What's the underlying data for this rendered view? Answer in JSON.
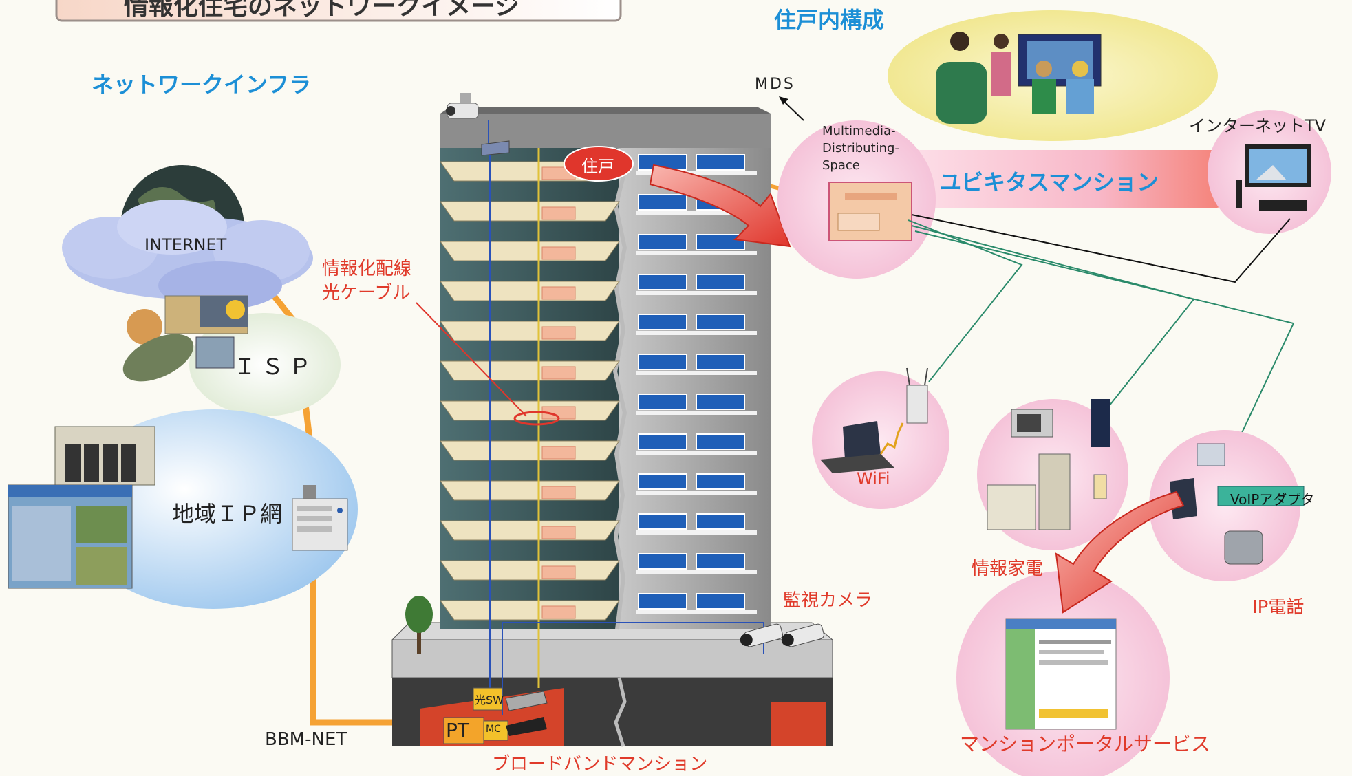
{
  "banner_title": "情報化住宅のネットワークイメージ",
  "headings": {
    "network_infra": "ネットワークインフラ",
    "unit_config": "住戸内構成"
  },
  "left": {
    "internet": "INTERNET",
    "isp": "ＩＳＰ",
    "regional_ip": "地域ＩＰ網",
    "bbm_net": "BBM-NET",
    "info_wiring": "情報化配線",
    "optical_cable": "光ケーブル"
  },
  "building": {
    "unit_badge": "住戸",
    "optical_sw": "光SW",
    "pt": "PT",
    "mc": "MC",
    "caption": "ブロードバンドマンション",
    "camera_label": "監視カメラ"
  },
  "right": {
    "mds": "MDS",
    "mds_full": "Multimedia-Distributing-Space",
    "ubiquitous": "ユビキタスマンション",
    "internet_tv": "インターネットTV",
    "wifi": "WiFi",
    "info_appliances": "情報家電",
    "voip": "VoIPアダプタ",
    "ip_phone": "IP電話",
    "portal": "マンションポータルサービス"
  },
  "colors": {
    "heading_blue": "#1c8fd6",
    "label_red": "#e03a2a",
    "bubble_pink": "#f7cfe0",
    "bubble_yellow": "#f5eea8",
    "cloud_blue": "#b6c2ec",
    "ip_net_blue": "#b9daf4",
    "fiber_orange": "#f5a234",
    "lan_green": "#2a8a6a"
  }
}
